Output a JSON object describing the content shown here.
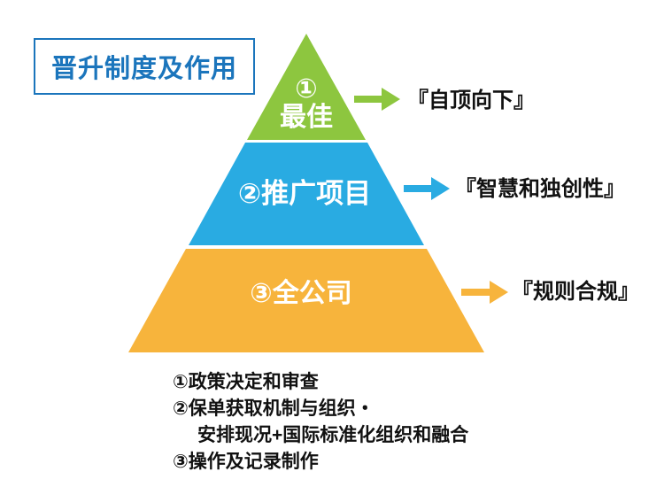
{
  "title": {
    "label": "晋升制度及作用"
  },
  "colors": {
    "green": "#8DC63F",
    "blue": "#29ABE2",
    "yellow": "#F7B43C",
    "title_blue": "#1B75BC",
    "text_black": "#111111"
  },
  "pyramid": {
    "levels": [
      {
        "number": "①",
        "label": "最佳",
        "color": "#8DC63F",
        "arrow_label": "『自顶向下』"
      },
      {
        "label": "②推广项目",
        "color": "#29ABE2",
        "arrow_label": "『智慧和独创性』"
      },
      {
        "label": "③全公司",
        "color": "#F7B43C",
        "arrow_label": "『规则合规』"
      }
    ]
  },
  "footnotes": {
    "lines": [
      "①政策决定和审查",
      "②保单获取机制与组织・",
      "安排现况+国际标准化组织和融合",
      "③操作及记录制作"
    ]
  }
}
